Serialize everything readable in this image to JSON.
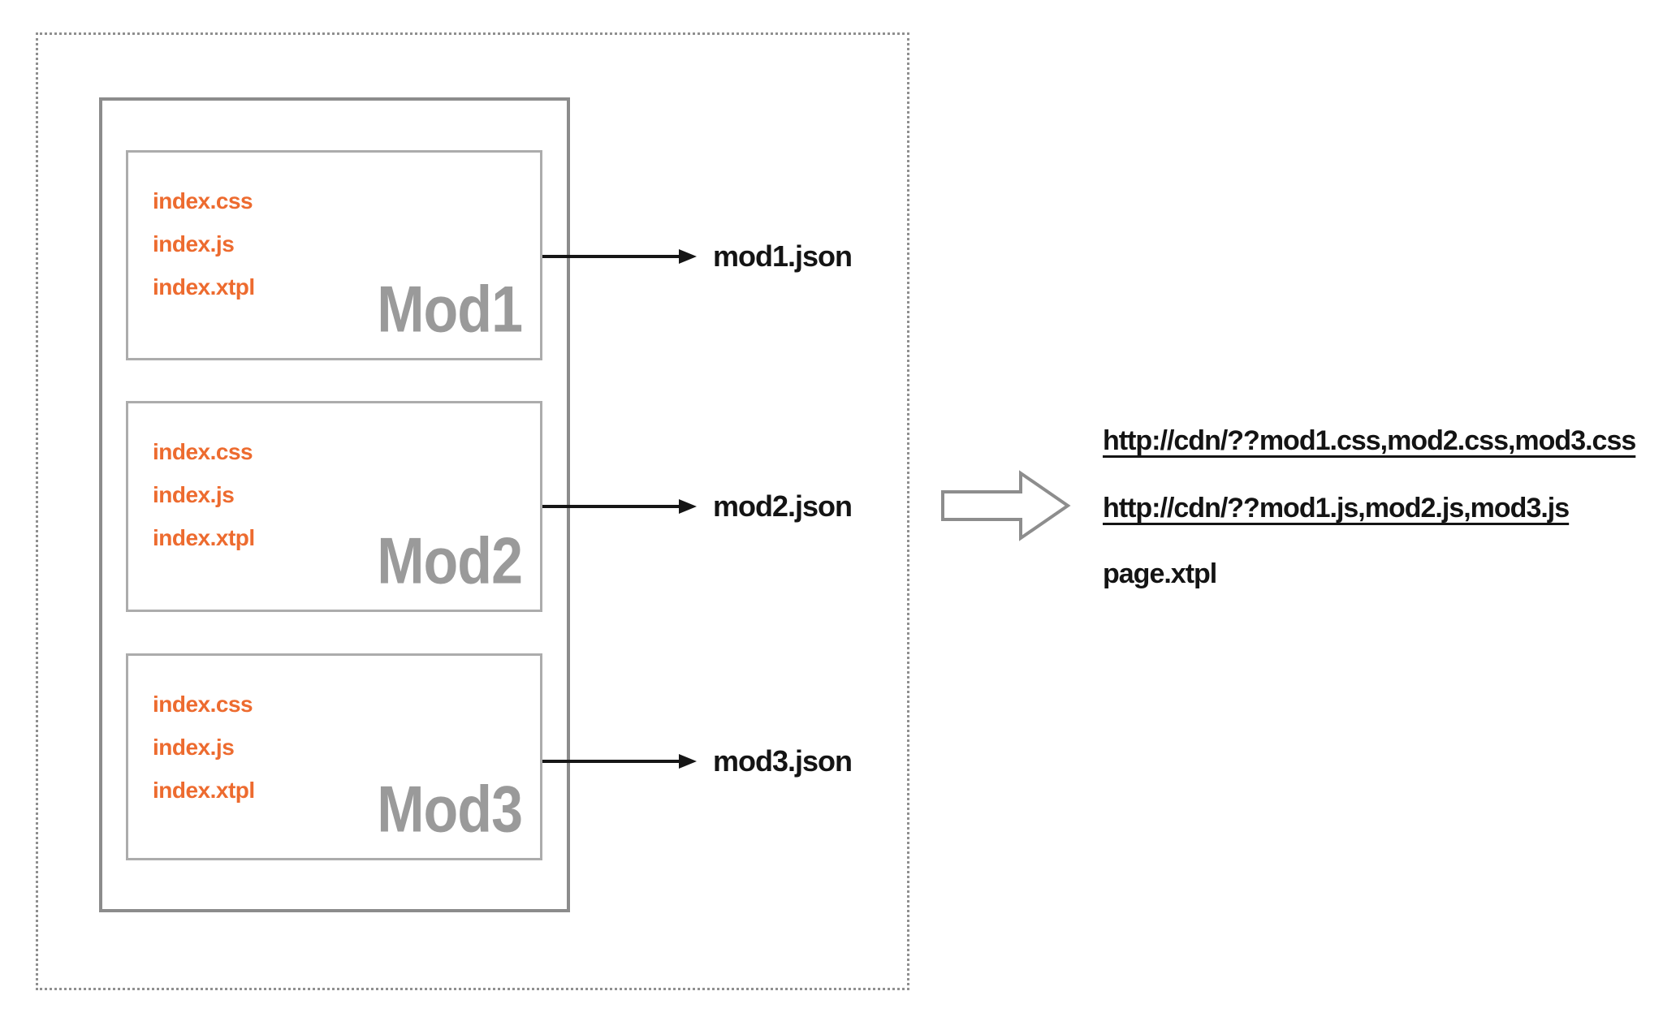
{
  "modules": [
    {
      "name": "Mod1",
      "files": [
        "index.css",
        "index.js",
        "index.xtpl"
      ],
      "output": "mod1.json"
    },
    {
      "name": "Mod2",
      "files": [
        "index.css",
        "index.js",
        "index.xtpl"
      ],
      "output": "mod2.json"
    },
    {
      "name": "Mod3",
      "files": [
        "index.css",
        "index.js",
        "index.xtpl"
      ],
      "output": "mod3.json"
    }
  ],
  "result": {
    "lines": [
      {
        "text": "http://cdn/??mod1.css,mod2.css,mod3.css",
        "underlined": true
      },
      {
        "text": "http://cdn/??mod1.js,mod2.js,mod3.js",
        "underlined": true
      },
      {
        "text": "page.xtpl",
        "underlined": false
      }
    ]
  },
  "icons": {
    "module_arrow": "thin-right-arrow",
    "transform_arrow": "hollow-block-right-arrow"
  },
  "colors": {
    "file_orange": "#ed6b2f",
    "module_label_gray": "#9a9a9a",
    "module_border_gray": "#acacac",
    "container_border_gray": "#8c8c8c",
    "dotted_border_gray": "#8f8f8f",
    "arrow_text_black": "#141414"
  }
}
